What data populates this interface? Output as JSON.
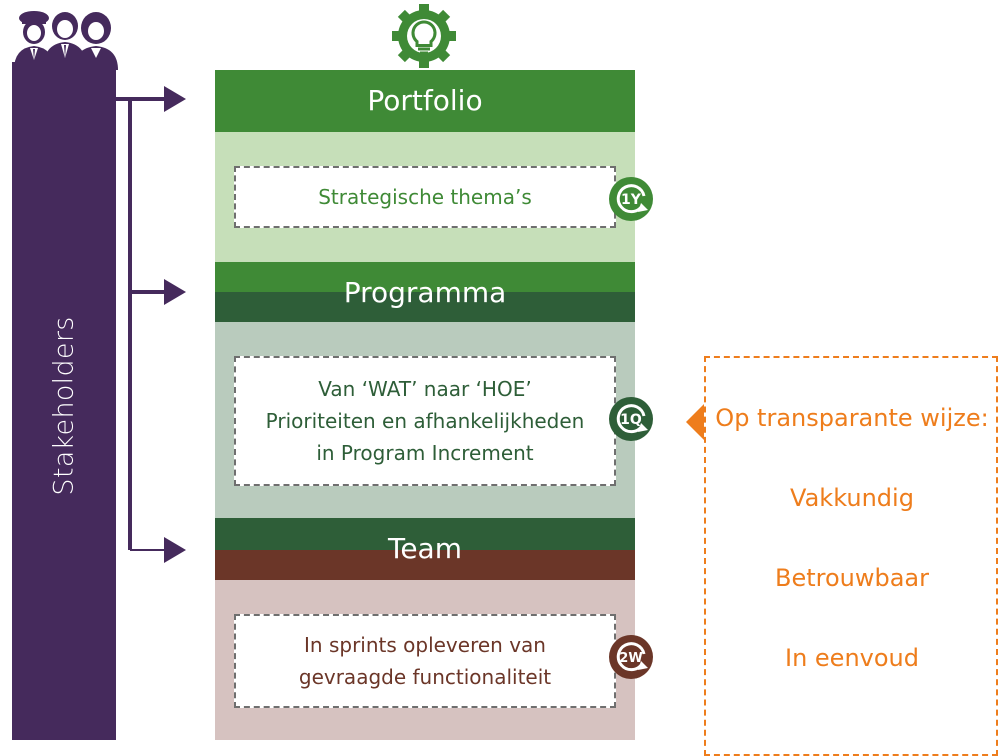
{
  "stakeholders": {
    "label": "Stakeholders"
  },
  "portfolio": {
    "title": "Portfolio",
    "box_text": "Strategische thema’s",
    "cycle": "1Y"
  },
  "programma": {
    "title": "Programma",
    "box_lines": [
      "Van ‘WAT’ naar ‘HOE’",
      "Prioriteiten en afhankelijkheden",
      "in Program Increment"
    ],
    "cycle": "1Q"
  },
  "team": {
    "title": "Team",
    "box_lines": [
      "In sprints opleveren van",
      "gevraagde functionaliteit"
    ],
    "cycle": "2W"
  },
  "transparency": {
    "heading": "Op transparante wijze:",
    "items": [
      "Vakkundig",
      "Betrouwbaar",
      "In eenvoud"
    ]
  },
  "colors": {
    "stakeholder_purple": "#452a5c",
    "portfolio_green": "#3f8a36",
    "programma_green": "#2e5e38",
    "team_brown": "#6b3628",
    "accent_orange": "#ee7d1c"
  },
  "icons": [
    "stakeholders-people-icon",
    "lightbulb-gear-icon",
    "cycle-icon"
  ]
}
